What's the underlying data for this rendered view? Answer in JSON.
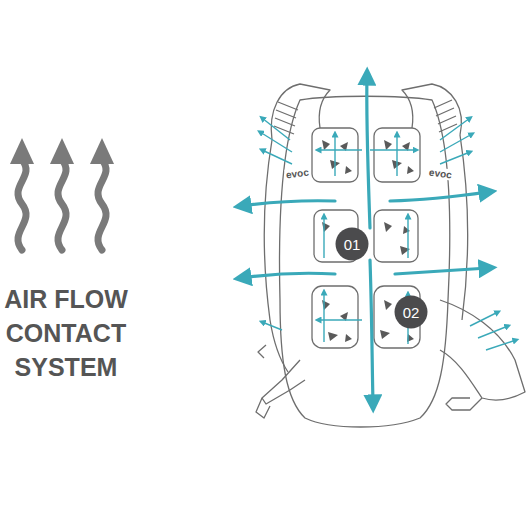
{
  "diagram": {
    "title": "AIR FLOW CONTACT SYSTEM",
    "nodes": [
      {
        "text": [
          "01"
        ]
      },
      {
        "text": [
          "02"
        ]
      }
    ],
    "labels": [
      "evoc",
      "evoc"
    ]
  }
}
